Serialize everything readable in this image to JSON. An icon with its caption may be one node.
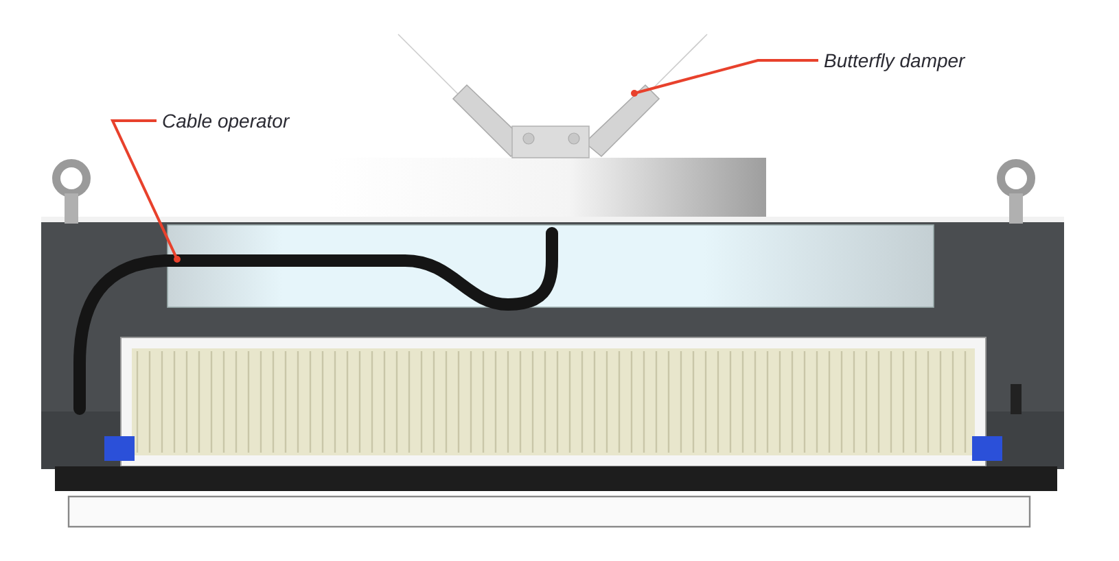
{
  "diagram": {
    "nodes": [
      {
        "text": [
          "Cable operator"
        ]
      },
      {
        "text": [],
        "shape": "picture"
      },
      {
        "text": [
          "Butterfly damper"
        ]
      },
      {
        "text": [],
        "shape": "picture"
      }
    ],
    "edges": [
      {
        "from": 0,
        "to": 1,
        "arrow": "other"
      },
      {
        "from": 2,
        "to": 3,
        "arrow": "other"
      }
    ]
  }
}
